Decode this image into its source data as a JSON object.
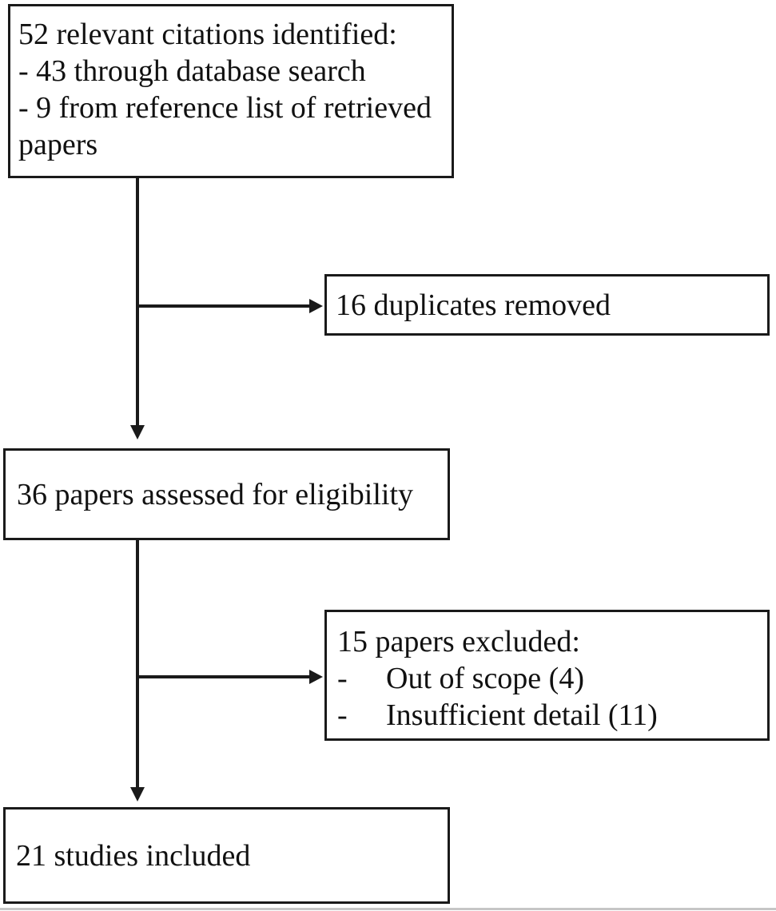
{
  "diagram": {
    "type": "flowchart",
    "subject": "study-selection-prisma-flow",
    "colors": {
      "background": "#ffffff",
      "line": "#1a1a1a",
      "text": "#111111"
    },
    "boxes": {
      "identified": {
        "lines": [
          "52 relevant citations identified:",
          "- 43 through database search",
          "- 9 from reference list of retrieved papers"
        ]
      },
      "duplicates": {
        "text": "16 duplicates removed"
      },
      "assessed": {
        "text": "36 papers assessed for eligibility"
      },
      "excluded": {
        "title": "15 papers excluded:",
        "items": [
          {
            "bullet": "-",
            "text": "Out of scope (4)"
          },
          {
            "bullet": "-",
            "text": "Insufficient detail (11)"
          }
        ]
      },
      "included": {
        "text": "21 studies included"
      }
    }
  }
}
